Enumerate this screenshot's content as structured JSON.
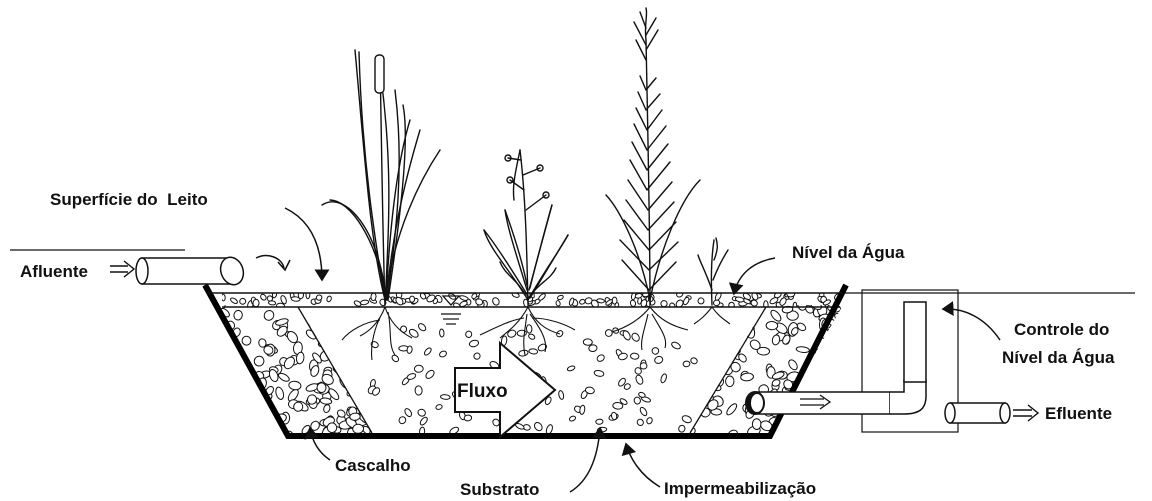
{
  "labels": {
    "bed_surface": "Superfície do  Leito",
    "water_level": "Nível da Água",
    "influent": "Afluente",
    "level_control_line1": "Controle do",
    "level_control_line2": "Nível da Água",
    "effluent": "Efluente",
    "flow": "Fluxo",
    "gravel": "Cascalho",
    "substrate": "Substrato",
    "liner": "Impermeabilização"
  }
}
